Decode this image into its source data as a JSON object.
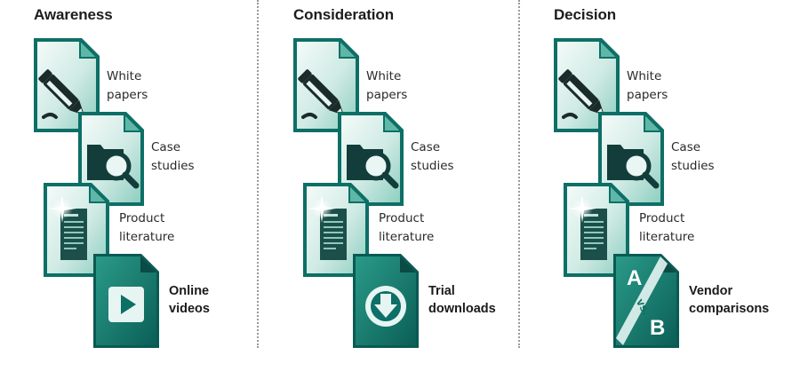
{
  "columns": [
    {
      "title": "Awareness",
      "items": [
        {
          "icon": "pencil",
          "line1": "White",
          "line2": "papers"
        },
        {
          "icon": "magnifier",
          "line1": "Case",
          "line2": "studies"
        },
        {
          "icon": "page-star",
          "line1": "Product",
          "line2": "literature"
        },
        {
          "icon": "play",
          "line1": "Online",
          "line2": "videos"
        }
      ]
    },
    {
      "title": "Consideration",
      "items": [
        {
          "icon": "pencil",
          "line1": "White",
          "line2": "papers"
        },
        {
          "icon": "magnifier",
          "line1": "Case",
          "line2": "studies"
        },
        {
          "icon": "page-star",
          "line1": "Product",
          "line2": "literature"
        },
        {
          "icon": "download",
          "line1": "Trial",
          "line2": "downloads"
        }
      ]
    },
    {
      "title": "Decision",
      "items": [
        {
          "icon": "pencil",
          "line1": "White",
          "line2": "papers"
        },
        {
          "icon": "magnifier",
          "line1": "Case",
          "line2": "studies"
        },
        {
          "icon": "page-star",
          "line1": "Product",
          "line2": "literature"
        },
        {
          "icon": "a-vs-b",
          "line1": "Vendor",
          "line2": "comparisons"
        }
      ]
    }
  ],
  "ab_icon": {
    "a": "A",
    "vs": "vs.",
    "b": "B"
  },
  "colors": {
    "teal_dark": "#0d6f66",
    "teal_mid": "#3aa393",
    "teal_light": "#dff2ee",
    "text": "#2a2a2a"
  }
}
